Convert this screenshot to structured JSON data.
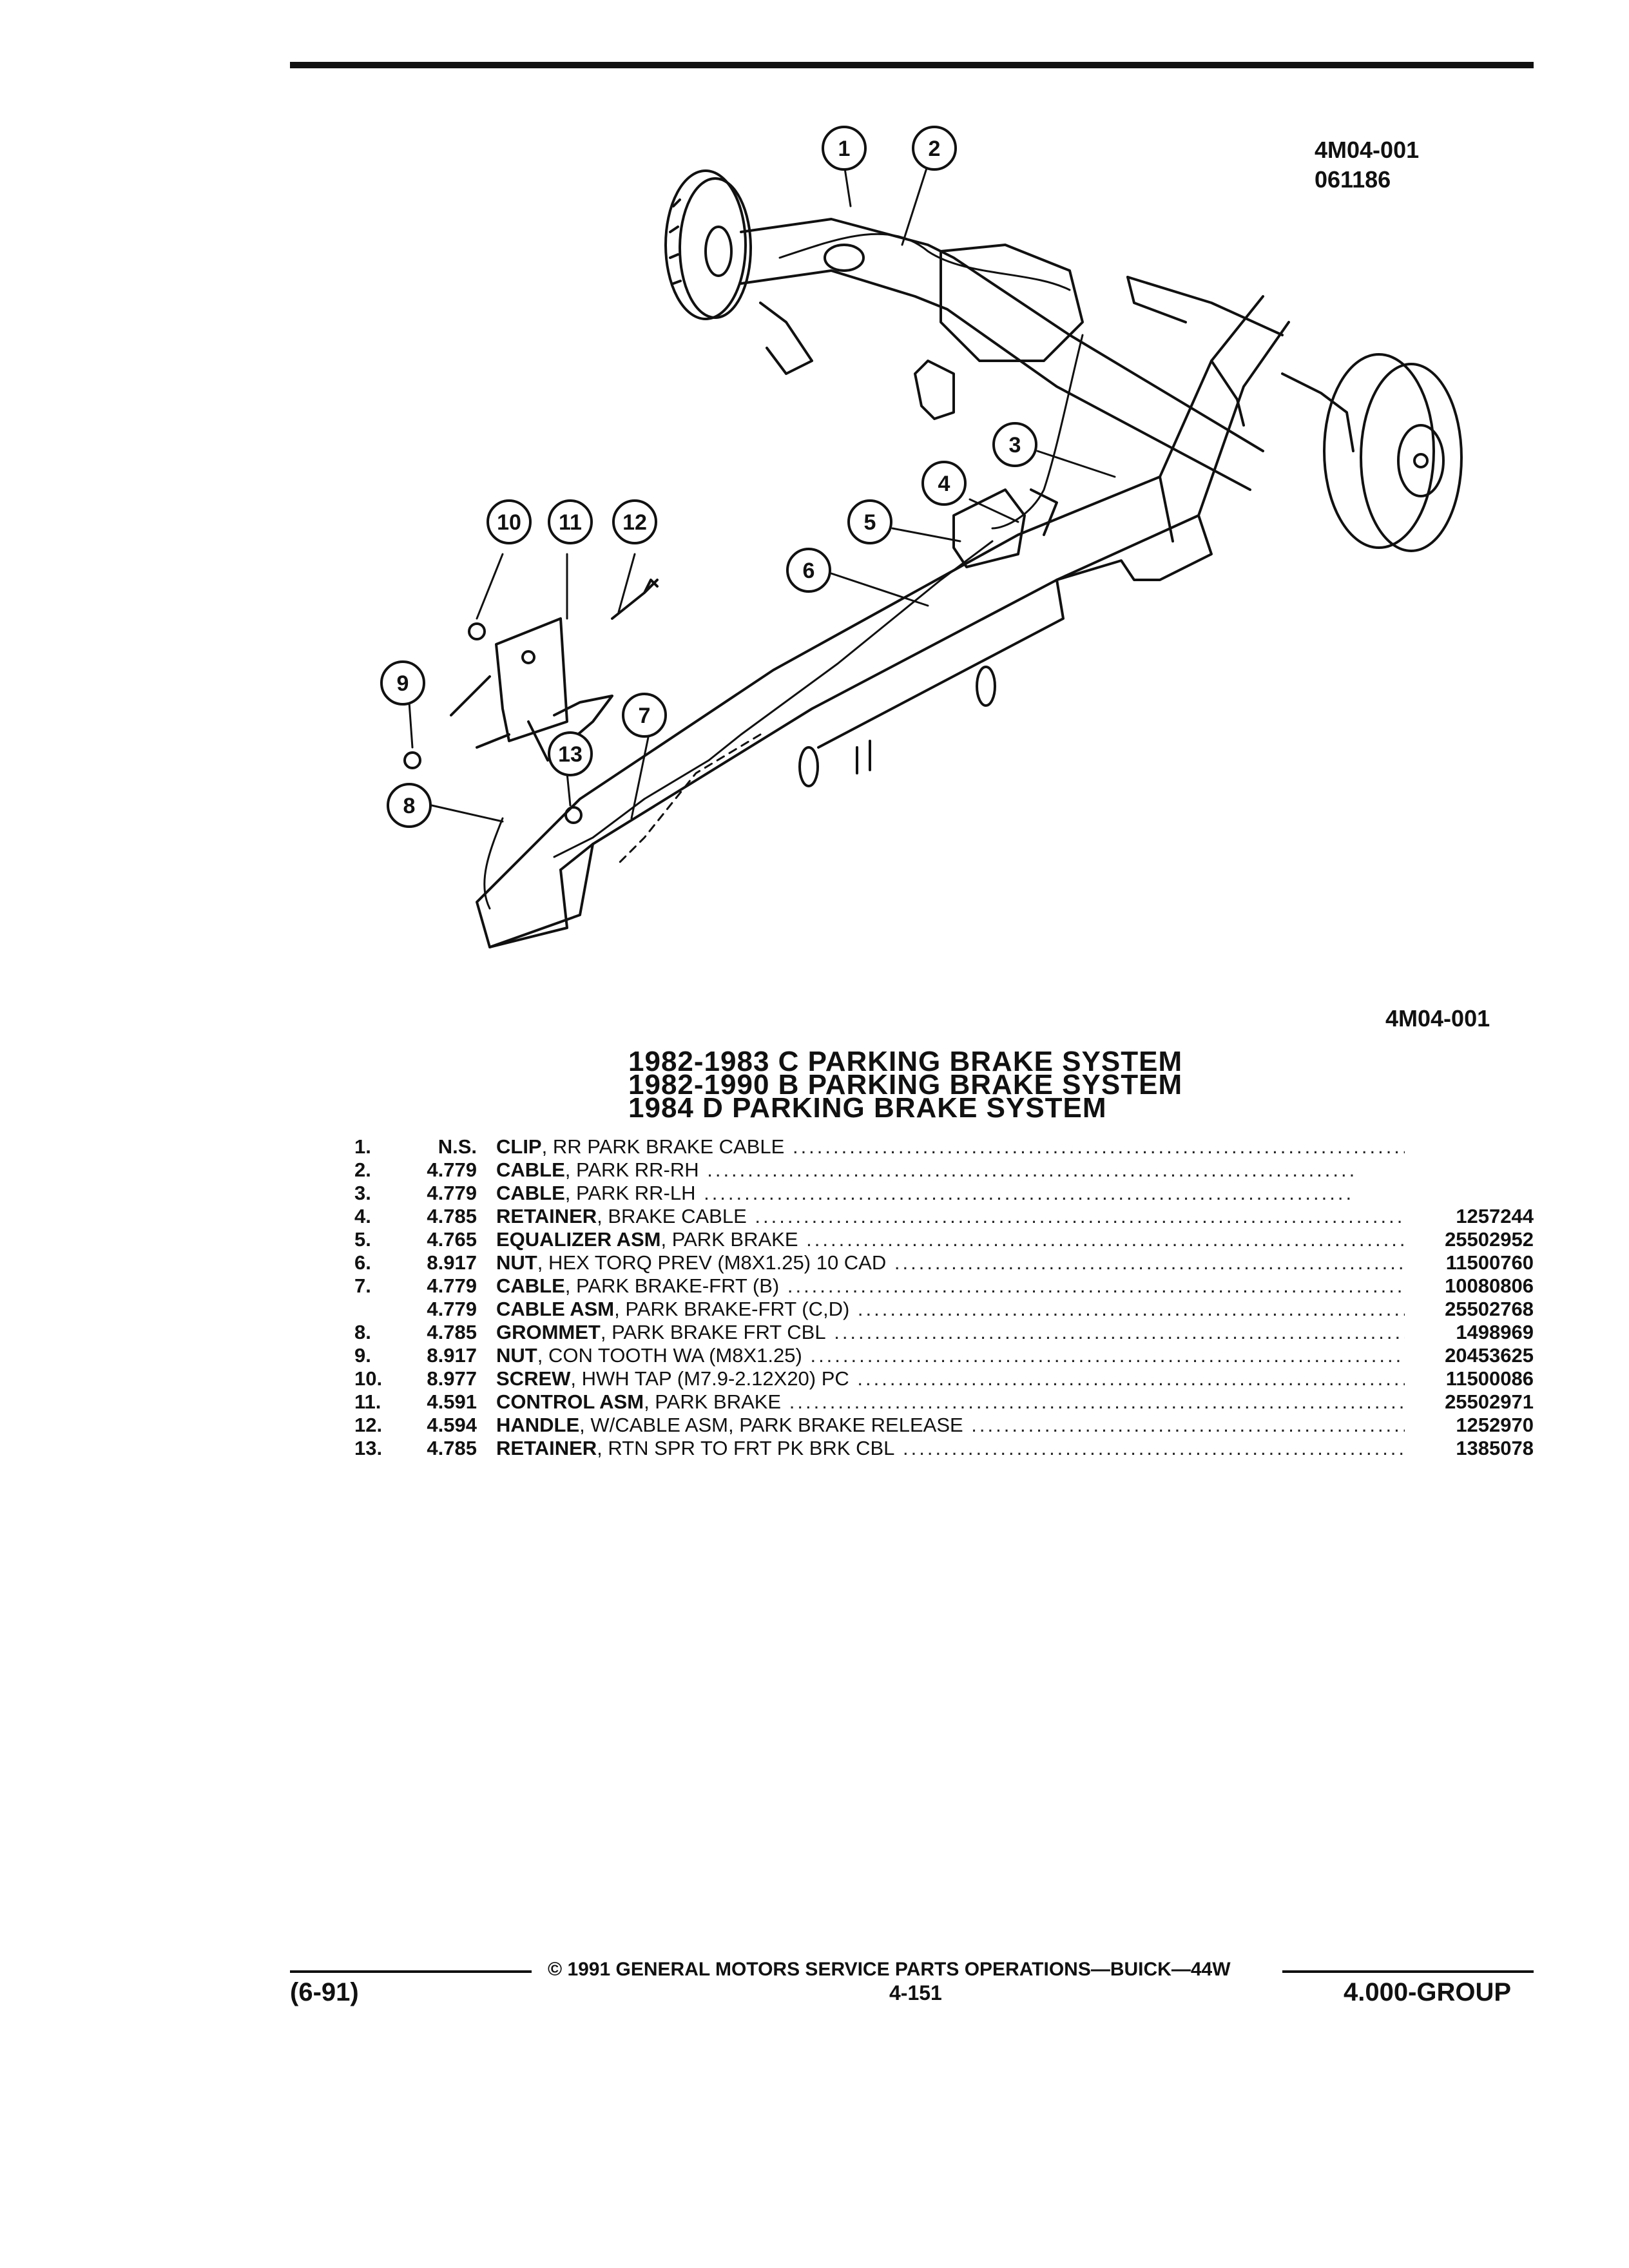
{
  "header": {
    "ref_code": "4M04-001",
    "ref_date": "061186"
  },
  "diagram": {
    "ref_code": "4M04-001",
    "callouts": [
      "1",
      "2",
      "3",
      "4",
      "5",
      "6",
      "7",
      "8",
      "9",
      "10",
      "11",
      "12",
      "13"
    ]
  },
  "titles": [
    "1982-1983 C PARKING BRAKE SYSTEM",
    "1982-1990 B PARKING BRAKE SYSTEM",
    "1984 D PARKING BRAKE SYSTEM"
  ],
  "parts": [
    {
      "num": "1.",
      "group": "N.S.",
      "name": "CLIP",
      "detail": ", RR PARK BRAKE CABLE",
      "pn": ""
    },
    {
      "num": "2.",
      "group": "4.779",
      "name": "CABLE",
      "detail": ", PARK RR-RH",
      "pn": ""
    },
    {
      "num": "3.",
      "group": "4.779",
      "name": "CABLE",
      "detail": ", PARK RR-LH",
      "pn": ""
    },
    {
      "num": "4.",
      "group": "4.785",
      "name": "RETAINER",
      "detail": ", BRAKE CABLE",
      "pn": "1257244"
    },
    {
      "num": "5.",
      "group": "4.765",
      "name": "EQUALIZER ASM",
      "detail": ", PARK BRAKE",
      "pn": "25502952"
    },
    {
      "num": "6.",
      "group": "8.917",
      "name": "NUT",
      "detail": ", HEX TORQ PREV (M8X1.25) 10 CAD",
      "pn": "11500760"
    },
    {
      "num": "7.",
      "group": "4.779",
      "name": "CABLE",
      "detail": ", PARK BRAKE-FRT (B)",
      "pn": "10080806"
    },
    {
      "num": "",
      "group": "4.779",
      "name": "CABLE ASM",
      "detail": ", PARK BRAKE-FRT (C,D)",
      "pn": "25502768"
    },
    {
      "num": "8.",
      "group": "4.785",
      "name": "GROMMET",
      "detail": ", PARK BRAKE FRT CBL",
      "pn": "1498969"
    },
    {
      "num": "9.",
      "group": "8.917",
      "name": "NUT",
      "detail": ", CON TOOTH WA (M8X1.25)",
      "pn": "20453625"
    },
    {
      "num": "10.",
      "group": "8.977",
      "name": "SCREW",
      "detail": ", HWH TAP (M7.9-2.12X20) PC",
      "pn": "11500086"
    },
    {
      "num": "11.",
      "group": "4.591",
      "name": "CONTROL ASM",
      "detail": ", PARK BRAKE",
      "pn": "25502971"
    },
    {
      "num": "12.",
      "group": "4.594",
      "name": "HANDLE",
      "detail": ", W/CABLE ASM, PARK BRAKE RELEASE",
      "pn": "1252970"
    },
    {
      "num": "13.",
      "group": "4.785",
      "name": "RETAINER",
      "detail": ", RTN SPR TO FRT PK BRK CBL",
      "pn": "1385078"
    }
  ],
  "footer": {
    "copyright": "© 1991 GENERAL MOTORS SERVICE PARTS OPERATIONS—BUICK—44W",
    "date": "(6-91)",
    "page": "4-151",
    "group": "4.000-GROUP"
  }
}
